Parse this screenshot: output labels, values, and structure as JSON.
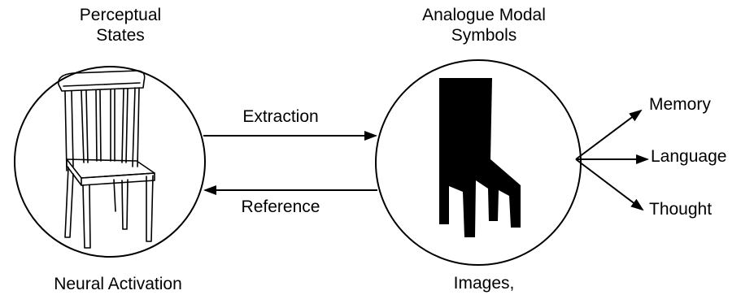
{
  "diagram": {
    "left": {
      "title_line1": "Perceptual",
      "title_line2": "States",
      "bottom_label": "Neural Activation",
      "icon": "chair-line-drawing-icon"
    },
    "right": {
      "title_line1": "Analogue Modal",
      "title_line2": "Symbols",
      "bottom_label": "Images,",
      "icon": "chair-silhouette-icon"
    },
    "arrows": {
      "top_label": "Extraction",
      "bottom_label": "Reference"
    },
    "outputs": [
      "Memory",
      "Language",
      "Thought"
    ]
  }
}
